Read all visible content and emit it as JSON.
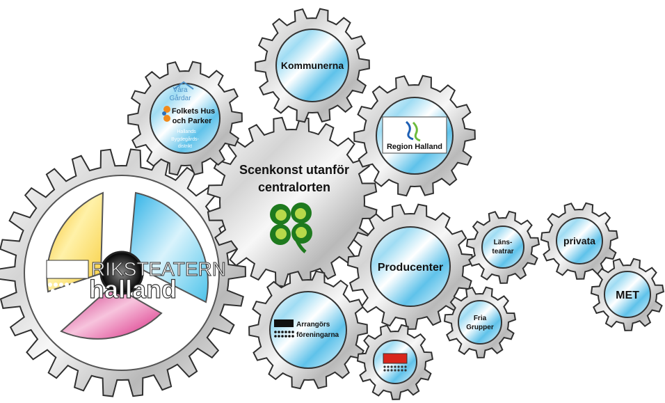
{
  "gears": {
    "riksteatern": {
      "line1": "RIKSTEATERN",
      "line2": "halland"
    },
    "center": {
      "line1": "Scenkonst utanför",
      "line2": "centralorten",
      "icon": "clover-icon"
    },
    "kommunerna": {
      "label": "Kommunerna"
    },
    "region": {
      "label": "Region Halland",
      "icon": "region-halland-logo"
    },
    "vara_gardar": {
      "line1": "Våra",
      "line2": "Gårdar",
      "line3": "Folkets Hus",
      "line4": "och Parker",
      "line5": "Hallands",
      "line6": "Bygdegårds-",
      "line7": "distrikt"
    },
    "producenter": {
      "label": "Producenter"
    },
    "lansteatrar": {
      "line1": "Läns-",
      "line2": "teatrar"
    },
    "privata": {
      "label": "privata"
    },
    "met": {
      "label": "MET"
    },
    "fria": {
      "line1": "Fria",
      "line2": "Grupper"
    },
    "arrangors": {
      "line1": "Arrangörs",
      "line2": "föreningarna"
    },
    "small_red": {
      "icon": "red-theatre-seats-icon"
    }
  },
  "colors": {
    "yellow": "#f7cc3a",
    "cyan": "#4cc3ea",
    "magenta": "#d8237f",
    "clover_dark": "#1e7a1e",
    "clover_light": "#b6d94a",
    "red": "#d9261c",
    "region_blue": "#1d5fb4",
    "region_green": "#6dbb3c"
  }
}
